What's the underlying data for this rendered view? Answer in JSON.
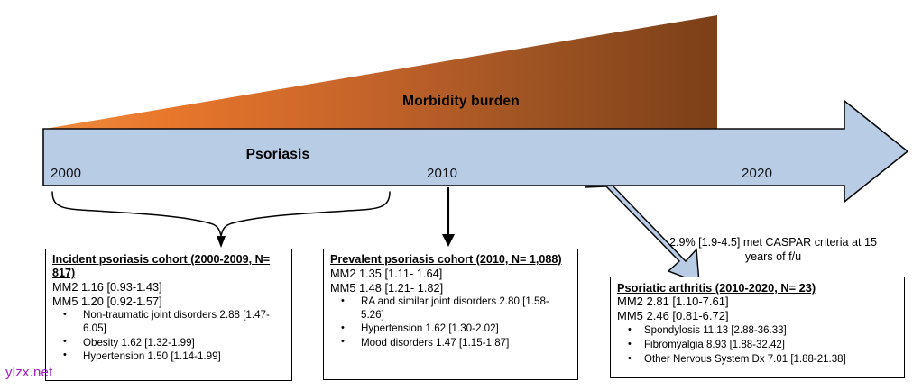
{
  "figure": {
    "morbidity_label": "Morbidity burden",
    "disease_label": "Psoriasis",
    "timeline": {
      "start_year": "2000",
      "mid_year": "2010",
      "end_year": "2020"
    },
    "colors": {
      "arrow_blue_fill": "#B9CCE5",
      "arrow_blue_stroke": "#0A0A0A",
      "morbidity_orange_light": "#E8772B",
      "morbidity_orange_dark": "#7E4018",
      "box_border": "#000000",
      "watermark": "#A020C0"
    }
  },
  "boxes": {
    "incident": {
      "title": "Incident psoriasis cohort (2000-2009, N= 817)",
      "mm2": "MM2 1.16 [0.93-1.43]",
      "mm5": "MM5 1.20 [0.92-1.57]",
      "bullets": [
        "Non-traumatic joint disorders 2.88 [1.47-6.05]",
        "Obesity 1.62 [1.32-1.99]",
        "Hypertension 1.50 [1.14-1.99]"
      ]
    },
    "prevalent": {
      "title": "Prevalent psoriasis cohort (2010, N= 1,088)",
      "mm2": "MM2 1.35 [1.11- 1.64]",
      "mm5": "MM5 1.48 [1.21- 1.82]",
      "bullets": [
        "RA and similar joint disorders 2.80 [1.58-5.26]",
        "Hypertension 1.62 [1.30-2.02]",
        "Mood disorders 1.47 [1.15-1.87]"
      ]
    },
    "psoriatic_arthritis": {
      "title": "Psoriatic arthritis (2010-2020, N= 23)",
      "mm2": "MM2 2.81 [1.10-7.61]",
      "mm5": "MM5 2.46 [0.81-6.72]",
      "bullets": [
        "Spondylosis 11.13 [2.88-36.33]",
        "Fibromyalgia 8.93 [1.88-32.42]",
        "Other Nervous System Dx 7.01 [1.88-21.38]"
      ]
    }
  },
  "annotations": {
    "caspar": "2.9% [1.9-4.5] met CASPAR criteria at 15 years of f/u"
  },
  "watermark": {
    "text": "ylzx.net"
  }
}
